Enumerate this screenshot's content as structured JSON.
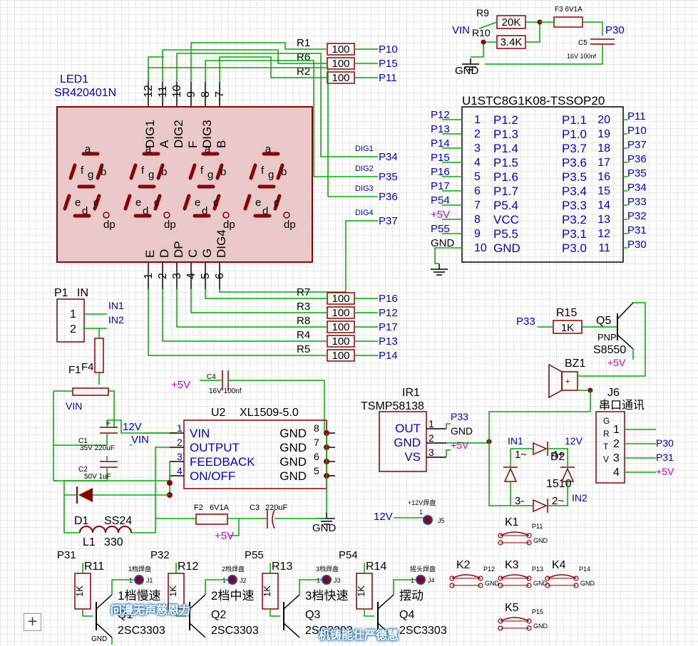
{
  "colors": {
    "wire": "#00aa00",
    "part": "#8b0000",
    "label": "#0000cc",
    "power": "#cc00cc",
    "pin": "#000000",
    "led_fill": "#e8c8c8"
  },
  "led": {
    "ref": "LED1",
    "part": "SR420401N",
    "top_pins": [
      "12",
      "11",
      "10",
      "9",
      "8",
      "7"
    ],
    "bottom_pins": [
      "1",
      "2",
      "3",
      "4",
      "5",
      "6"
    ],
    "top_names": [
      "DIG1",
      "A",
      "DIG2",
      "F",
      "DIG3",
      "B"
    ],
    "bottom_names": [
      "E",
      "D",
      "DP",
      "C",
      "G",
      "DIG4"
    ],
    "seg": [
      "a",
      "f",
      "g",
      "b",
      "e",
      "d",
      "c",
      "dp"
    ]
  },
  "res_top": [
    {
      "ref": "R1",
      "val": "100",
      "net": "P10"
    },
    {
      "ref": "R6",
      "val": "100",
      "net": "P15"
    },
    {
      "ref": "R2",
      "val": "100",
      "net": "P11"
    }
  ],
  "res_bot": [
    {
      "ref": "R7",
      "val": "100",
      "net": "P16"
    },
    {
      "ref": "R3",
      "val": "100",
      "net": "P12"
    },
    {
      "ref": "R8",
      "val": "100",
      "net": "P17"
    },
    {
      "ref": "R4",
      "val": "100",
      "net": "P13"
    },
    {
      "ref": "R5",
      "val": "100",
      "net": "P14"
    }
  ],
  "dig_nets": [
    {
      "name": "DIG1",
      "net": "P34"
    },
    {
      "name": "DIG2",
      "net": "P35"
    },
    {
      "name": "DIG3",
      "net": "P36"
    },
    {
      "name": "DIG4",
      "net": "P37"
    }
  ],
  "divider": {
    "r9": "R9",
    "r9v": "20K",
    "r10": "R10",
    "r10v": "3.4K",
    "vin": "VIN",
    "gnd": "GND",
    "f3": "F3",
    "f3v": "6V1A",
    "c5": "C5",
    "c5v": "16V 100nf",
    "net": "P30"
  },
  "mcu": {
    "ref": "U1",
    "part": "STC8G1K08-TSSOP20",
    "left": [
      {
        "n": "1",
        "pin": "P1.2",
        "net": "P12"
      },
      {
        "n": "2",
        "pin": "P1.3",
        "net": "P13"
      },
      {
        "n": "3",
        "pin": "P1.4",
        "net": "P14"
      },
      {
        "n": "4",
        "pin": "P1.5",
        "net": "P15"
      },
      {
        "n": "5",
        "pin": "P1.6",
        "net": "P16"
      },
      {
        "n": "6",
        "pin": "P1.7",
        "net": "P17"
      },
      {
        "n": "7",
        "pin": "P5.4",
        "net": "P54"
      },
      {
        "n": "8",
        "pin": "VCC",
        "net": "+5V"
      },
      {
        "n": "9",
        "pin": "P5.5",
        "net": "P55"
      },
      {
        "n": "10",
        "pin": "GND",
        "net": "GND"
      }
    ],
    "right": [
      {
        "n": "20",
        "pin": "P1.1",
        "net": "P11"
      },
      {
        "n": "19",
        "pin": "P1.0",
        "net": "P10"
      },
      {
        "n": "18",
        "pin": "P3.7",
        "net": "P37"
      },
      {
        "n": "17",
        "pin": "P3.6",
        "net": "P36"
      },
      {
        "n": "16",
        "pin": "P3.5",
        "net": "P35"
      },
      {
        "n": "15",
        "pin": "P3.4",
        "net": "P34"
      },
      {
        "n": "14",
        "pin": "P3.3",
        "net": "P33"
      },
      {
        "n": "13",
        "pin": "P3.2",
        "net": "P32"
      },
      {
        "n": "12",
        "pin": "P3.1",
        "net": "P31"
      },
      {
        "n": "11",
        "pin": "P3.0",
        "net": "P30"
      }
    ]
  },
  "p1": {
    "ref": "P1",
    "label": "IN",
    "pins": [
      "1",
      "2"
    ],
    "nets": [
      "IN1",
      "IN2"
    ]
  },
  "f1": {
    "ref": "F1",
    "val": "F4",
    "vin": "VIN"
  },
  "caps": {
    "c1": "C1",
    "c1v": "35V 220uF",
    "c2": "C2",
    "c2v": "50V 1uF",
    "v12": "12V",
    "vin": "VIN",
    "c4": "C4",
    "c4v": "16V 100nf",
    "p5": "+5V"
  },
  "u2": {
    "ref": "U2",
    "part": "XL1509-5.0",
    "left": [
      {
        "n": "1",
        "pin": "VIN"
      },
      {
        "n": "2",
        "pin": "OUTPUT"
      },
      {
        "n": "3",
        "pin": "FEEDBACK"
      },
      {
        "n": "4",
        "pin": "ON/OFF"
      }
    ],
    "right": [
      {
        "n": "8",
        "pin": "GND"
      },
      {
        "n": "7",
        "pin": "GND"
      },
      {
        "n": "6",
        "pin": "GND"
      },
      {
        "n": "5",
        "pin": "GND"
      }
    ]
  },
  "d1": {
    "ref": "D1",
    "val": "SS24"
  },
  "l1": {
    "ref": "L1",
    "val": "330"
  },
  "f2": {
    "ref": "F2",
    "val": "6V1A"
  },
  "c3": {
    "ref": "C3",
    "val": "220uF"
  },
  "gnd": "GND",
  "p5v": "+5V",
  "ir": {
    "ref": "IR1",
    "part": "TSMP58138",
    "pins": [
      {
        "n": "1",
        "name": "OUT",
        "net": "P33"
      },
      {
        "n": "2",
        "name": "GND",
        "net": "GND"
      },
      {
        "n": "3",
        "name": "VS",
        "net": "+5V"
      }
    ]
  },
  "q5": {
    "ref": "Q5",
    "type": "PNP",
    "part": "S8550",
    "r": "R15",
    "rv": "1K",
    "net": "P33",
    "p5": "+5V"
  },
  "bz": {
    "ref": "BZ1"
  },
  "j6": {
    "ref": "J6",
    "label": "串口通讯",
    "letters": [
      "G",
      "R",
      "T",
      "V"
    ],
    "pins": [
      "1",
      "2",
      "3",
      "4"
    ],
    "nets": [
      "",
      "P30",
      "P31",
      "+5V"
    ]
  },
  "d2": {
    "ref": "D2",
    "val": "1510",
    "in1": "IN1",
    "in2": "IN2",
    "v12": "12V",
    "p1": "1~",
    "p4": "4+",
    "p3": "3-",
    "p2": "2~"
  },
  "j5": {
    "label": "+12V焊盘",
    "net": "12V",
    "pin": "1",
    "ref": "J5"
  },
  "keys": [
    {
      "ref": "K1",
      "net": "P11"
    },
    {
      "ref": "K2",
      "net": "P12"
    },
    {
      "ref": "K3",
      "net": "P13"
    },
    {
      "ref": "K4",
      "net": "P14"
    },
    {
      "ref": "K5",
      "net": "P15"
    }
  ],
  "gndsmall": "GND",
  "drivers": [
    {
      "net": "P31",
      "r": "R11",
      "rv": "1K",
      "q": "Q1",
      "qv": "2SC3303",
      "pad": "1档焊盘",
      "jref": "J1",
      "label": "1档慢速"
    },
    {
      "net": "P32",
      "r": "R12",
      "rv": "1K",
      "q": "Q2",
      "qv": "2SC3303",
      "pad": "2档焊盘",
      "jref": "J2",
      "label": "2档中速"
    },
    {
      "net": "P55",
      "r": "R13",
      "rv": "1K",
      "q": "Q3",
      "qv": "2SC3303",
      "pad": "3档焊盘",
      "jref": "J3",
      "label": "3档快速"
    },
    {
      "net": "P54",
      "r": "R14",
      "rv": "1K",
      "q": "Q4",
      "qv": "2SC3303",
      "pad": "摇头焊盘",
      "jref": "J4",
      "label": "摆动"
    }
  ],
  "watermarks": [
    "问漫无声慈恩力",
    "机铸能壮严德慧"
  ],
  "ui": {
    "zoom_in": "+"
  }
}
